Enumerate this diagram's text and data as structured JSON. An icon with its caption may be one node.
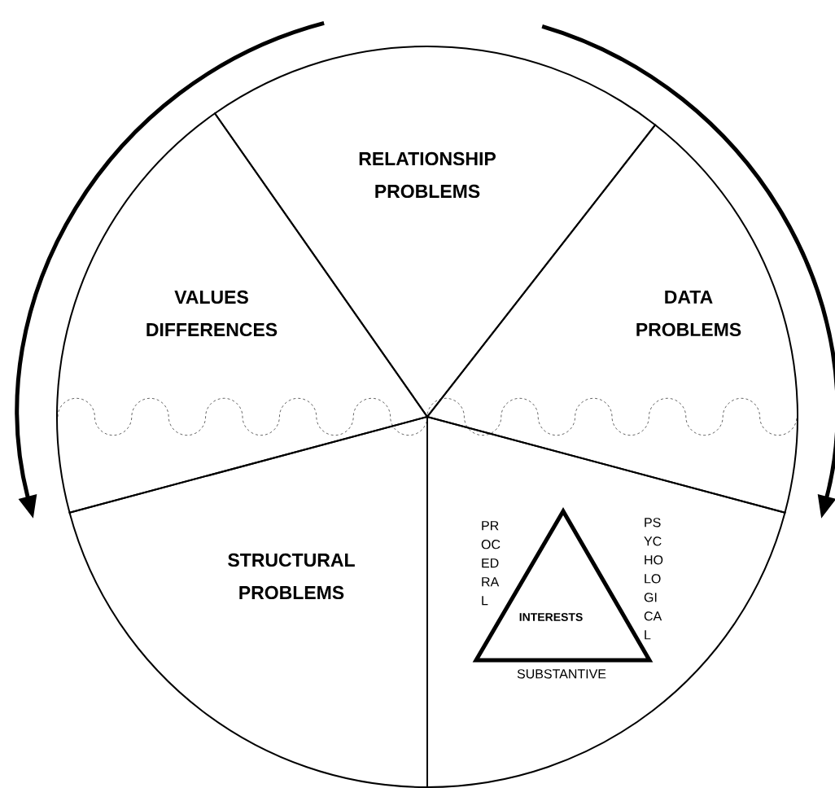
{
  "diagram": {
    "nodes": [
      {
        "text": [
          "RELATIONSHIP PROBLEMS"
        ]
      },
      {
        "text": [
          "VALUES DIFFERENCES"
        ]
      },
      {
        "text": [
          "DATA PROBLEMS"
        ]
      },
      {
        "text": [
          "STRUCTURAL PROBLEMS"
        ]
      },
      {
        "text": [],
        "shape": "sector"
      },
      {
        "text": [
          "INTERESTS"
        ],
        "in": 4,
        "beside": [
          "PR OC ED RA L",
          "PS YC HO LO GI CA L",
          "SUBSTANTIVE"
        ]
      }
    ]
  }
}
